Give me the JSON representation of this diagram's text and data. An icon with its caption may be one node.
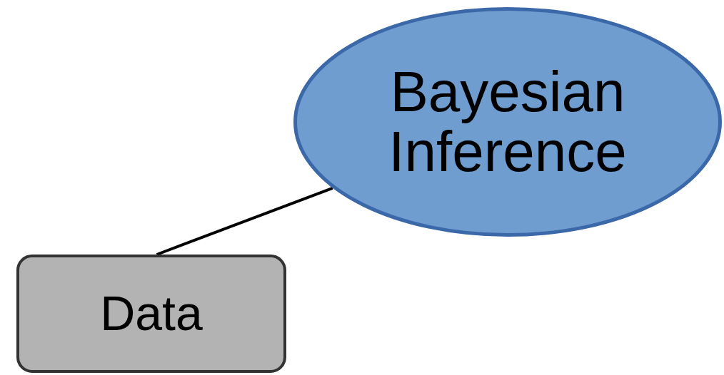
{
  "diagram": {
    "nodes": [
      {
        "text": [
          "Bayesian Inference"
        ]
      },
      {
        "text": [
          "Data"
        ]
      }
    ],
    "edges": [
      {
        "from": 1,
        "to": 0,
        "arrow": "none"
      }
    ]
  }
}
